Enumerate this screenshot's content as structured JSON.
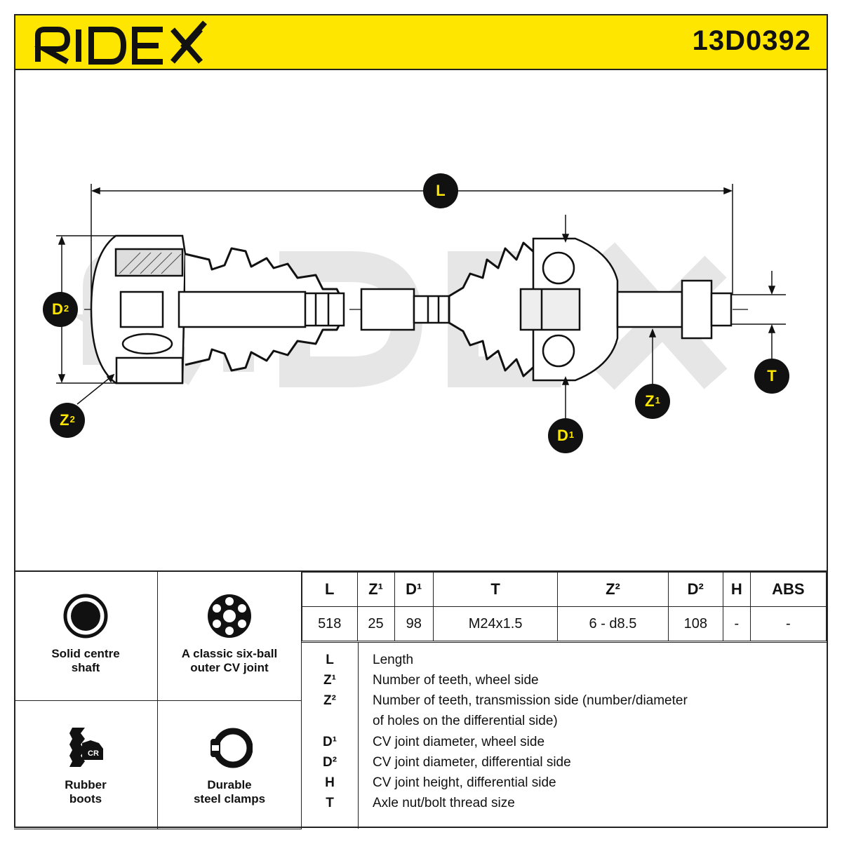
{
  "header": {
    "brand": "RIDEX",
    "part_number": "13D0392",
    "colors": {
      "accent": "#ffe600",
      "ink": "#111111"
    }
  },
  "diagram": {
    "labels": {
      "L": "L",
      "D2": "D",
      "Z2": "Z",
      "D1": "D",
      "Z1": "Z",
      "T": "T"
    },
    "superscripts": {
      "D2": "2",
      "Z2": "2",
      "D1": "1",
      "Z1": "1"
    },
    "watermark": "RIDEX"
  },
  "features": [
    {
      "icon": "solid-shaft-icon",
      "label_line1": "Solid centre",
      "label_line2": "shaft"
    },
    {
      "icon": "six-ball-joint-icon",
      "label_line1": "A classic six-ball",
      "label_line2": "outer CV joint"
    },
    {
      "icon": "rubber-boot-icon",
      "label_line1": "Rubber",
      "label_line2": "boots",
      "badge_text": "CR"
    },
    {
      "icon": "clamp-icon",
      "label_line1": "Durable",
      "label_line2": "steel clamps"
    }
  ],
  "spec_table": {
    "headers": [
      "L",
      "Z¹",
      "D¹",
      "T",
      "Z²",
      "D²",
      "H",
      "ABS"
    ],
    "values": [
      "518",
      "25",
      "98",
      "M24x1.5",
      "6 - d8.5",
      "108",
      "-",
      "-"
    ]
  },
  "legend": [
    {
      "key": "L",
      "text": "Length"
    },
    {
      "key": "Z¹",
      "text": "Number of teeth, wheel side"
    },
    {
      "key": "Z²",
      "text": "Number of teeth, transmission side (number/diameter"
    },
    {
      "key": "",
      "text": "of holes on the differential side)"
    },
    {
      "key": "D¹",
      "text": "CV joint diameter, wheel side"
    },
    {
      "key": "D²",
      "text": "CV joint diameter, differential side"
    },
    {
      "key": "H",
      "text": "CV joint height, differential side"
    },
    {
      "key": "T",
      "text": "Axle nut/bolt thread size"
    }
  ]
}
